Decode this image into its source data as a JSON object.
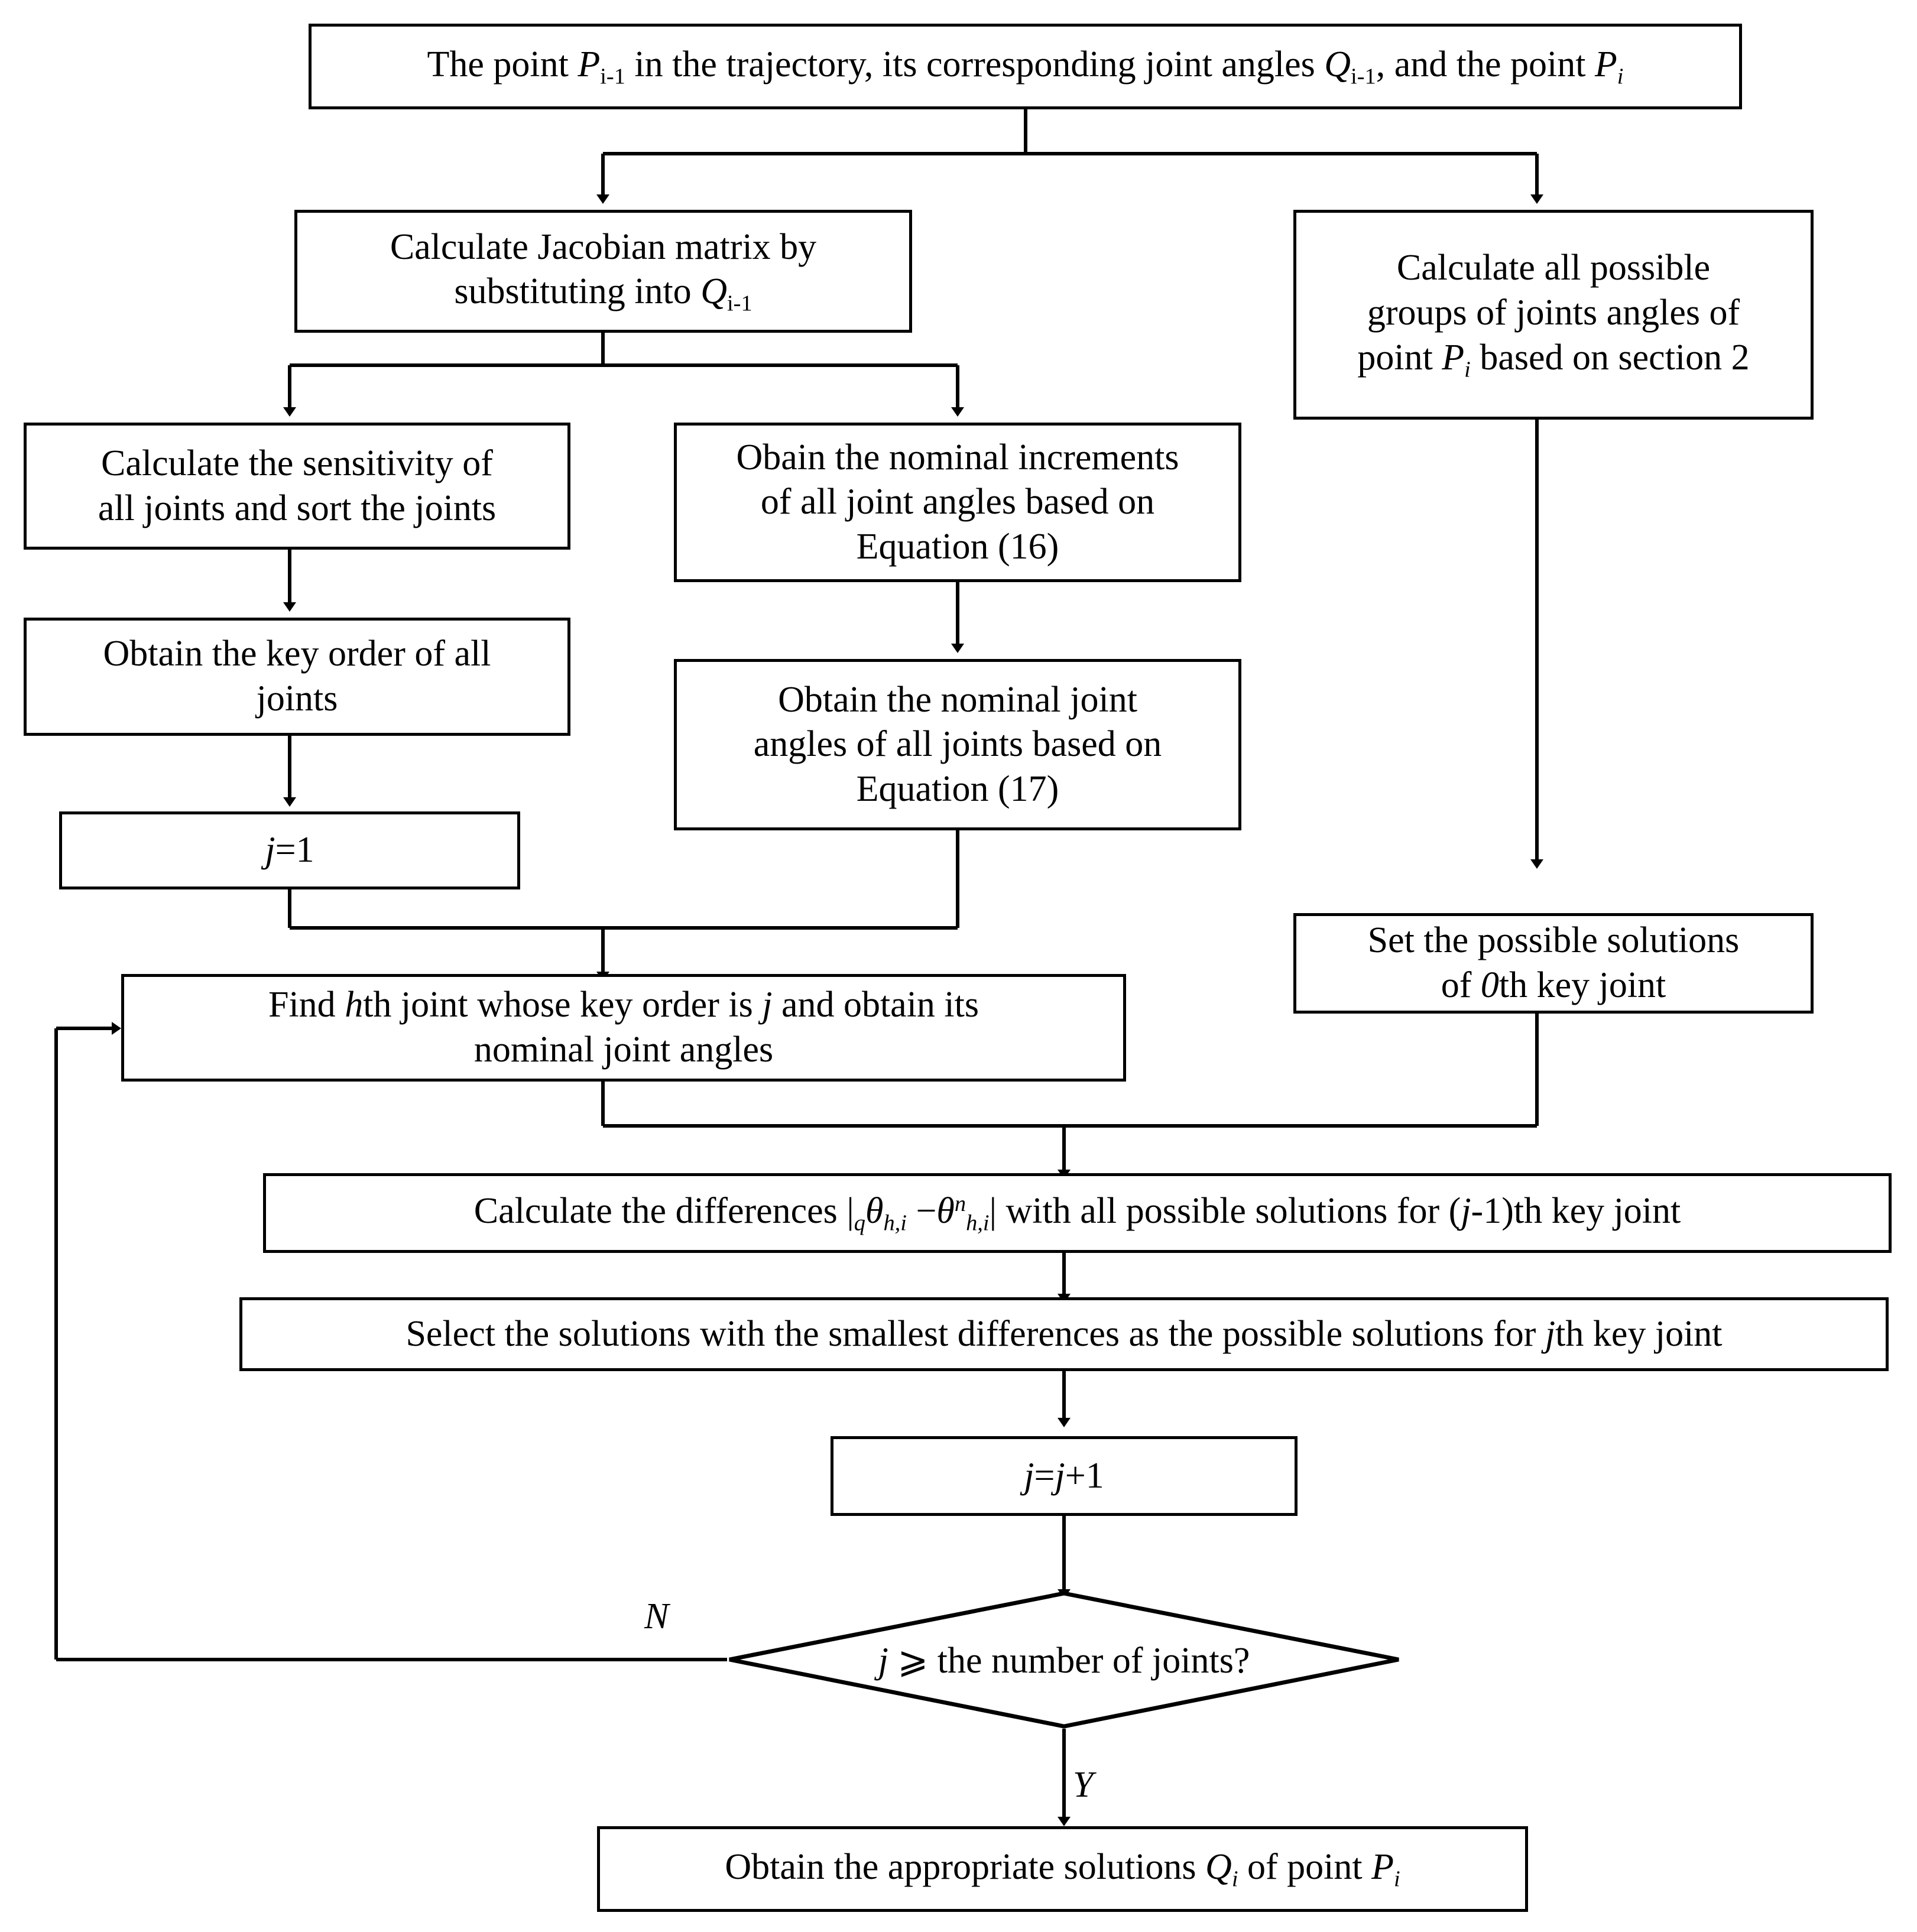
{
  "figure": {
    "type": "flowchart",
    "title": "Inverse kinematics key-joint solution selection flowchart",
    "orientation": "top-to-bottom",
    "stroke_color": "#000000",
    "fill_color": "#ffffff",
    "background": "#ffffff"
  },
  "nodes": {
    "start": {
      "id": "start",
      "shape": "rectangle",
      "text_plain": "The point Pi-1 in the trajectory, its corresponding joint angles Qi-1, and the point Pi",
      "parts": {
        "p1": "The point ",
        "sym1": "P",
        "sub1": "i-1",
        "p2": " in the trajectory, its corresponding joint angles ",
        "sym2": "Q",
        "sub2": "i-1",
        "p3": ", and the point ",
        "sym3": "P",
        "sub3": "i"
      }
    },
    "jacobian": {
      "id": "jacobian",
      "shape": "rectangle",
      "text_plain": "Calculate Jacobian matrix by substituting into Qi-1",
      "parts": {
        "line1": "Calculate Jacobian matrix by",
        "line2_pre": "substituting into ",
        "sym": "Q",
        "sub": "i-1"
      }
    },
    "all_possible_groups": {
      "id": "all-possible-groups",
      "shape": "rectangle",
      "text_plain": "Calculate all possible groups of joints angles of point Pi based on section 2",
      "parts": {
        "line1": "Calculate all possible",
        "line2": "groups of joints angles of",
        "line3_pre": "point ",
        "sym": "P",
        "sub": "i",
        "line3_post": " based on section 2"
      }
    },
    "sensitivity": {
      "id": "sensitivity",
      "shape": "rectangle",
      "text_plain": "Calculate the sensitivity of all joints and sort the joints",
      "parts": {
        "line1": "Calculate the sensitivity of",
        "line2": "all joints and sort the joints"
      }
    },
    "nominal_increments": {
      "id": "nominal-increments",
      "shape": "rectangle",
      "text_plain": "Obain the nominal increments of all joint angles based on Equation (16)",
      "parts": {
        "line1": "Obain the nominal increments",
        "line2": "of all joint angles based on",
        "line3": "Equation (16)"
      }
    },
    "key_order": {
      "id": "key-order",
      "shape": "rectangle",
      "text_plain": "Obtain the key order of all joints",
      "parts": {
        "line1": "Obtain the key order of all",
        "line2": "joints"
      }
    },
    "nominal_joint_angles": {
      "id": "nominal-joint-angles",
      "shape": "rectangle",
      "text_plain": "Obtain the nominal joint angles of all joints based on Equation (17)",
      "parts": {
        "line1": "Obtain the nominal joint",
        "line2": "angles of all joints based on",
        "line3": "Equation (17)"
      }
    },
    "j_init": {
      "id": "j-init",
      "shape": "rectangle",
      "text_plain": "j=1",
      "parts": {
        "sym": "j",
        "rest": "=1"
      }
    },
    "set_zeroth": {
      "id": "set-zeroth-key-joint",
      "shape": "rectangle",
      "text_plain": "Set the possible solutions of 0th key joint",
      "parts": {
        "line1": "Set the possible solutions",
        "line2_pre": "of ",
        "sym": "0",
        "line2_post": "th key joint"
      }
    },
    "find_hth": {
      "id": "find-hth-joint",
      "shape": "rectangle",
      "text_plain": "Find hth joint whose key order is j and obtain its nominal joint angles",
      "parts": {
        "line1_pre": "Find ",
        "sym1": "h",
        "line1_mid": "th joint whose key order is ",
        "sym2": "j",
        "line1_post": " and obtain its",
        "line2": "nominal joint angles"
      }
    },
    "calc_differences": {
      "id": "calculate-differences",
      "shape": "rectangle",
      "text_plain": "Calculate the differences |qθh,i − θ n h,i| with all possible solutions for (j-1)th key joint",
      "parts": {
        "pre": "Calculate the differences ",
        "bar1": "|",
        "presub": "q",
        "theta1": "θ",
        "sub1": "h,i",
        "minus": " −",
        "theta2": "θ",
        "sup2": "n",
        "sub2": "h,i",
        "bar2": "|",
        "mid": " with all possible solutions for (",
        "symj": "j",
        "post": "-1)th key joint"
      }
    },
    "select_solutions": {
      "id": "select-solutions",
      "shape": "rectangle",
      "text_plain": "Select the solutions with the smallest differences as the possible solutions for jth key joint",
      "parts": {
        "pre": "Select the solutions with the smallest differences as the possible solutions for ",
        "sym": "j",
        "post": "th key joint"
      }
    },
    "j_increment": {
      "id": "j-increment",
      "shape": "rectangle",
      "text_plain": "j=j+1",
      "parts": {
        "sym1": "j",
        "eq": "=",
        "sym2": "j",
        "rest": "+1"
      }
    },
    "decision": {
      "id": "decision-joint-count",
      "shape": "diamond",
      "text_plain": "j ⩾ the number of joints?",
      "parts": {
        "sym": "j",
        "rest": " ⩾ the number of joints?"
      }
    },
    "end": {
      "id": "obtain-appropriate-solutions",
      "shape": "rectangle",
      "text_plain": "Obtain the appropriate solutions Qi of point Pi",
      "parts": {
        "pre": "Obtain the appropriate solutions ",
        "sym1": "Q",
        "sub1": "i",
        "mid": " of point ",
        "sym2": "P",
        "sub2": "i"
      }
    }
  },
  "edge_labels": {
    "no": "N",
    "yes": "Y"
  }
}
